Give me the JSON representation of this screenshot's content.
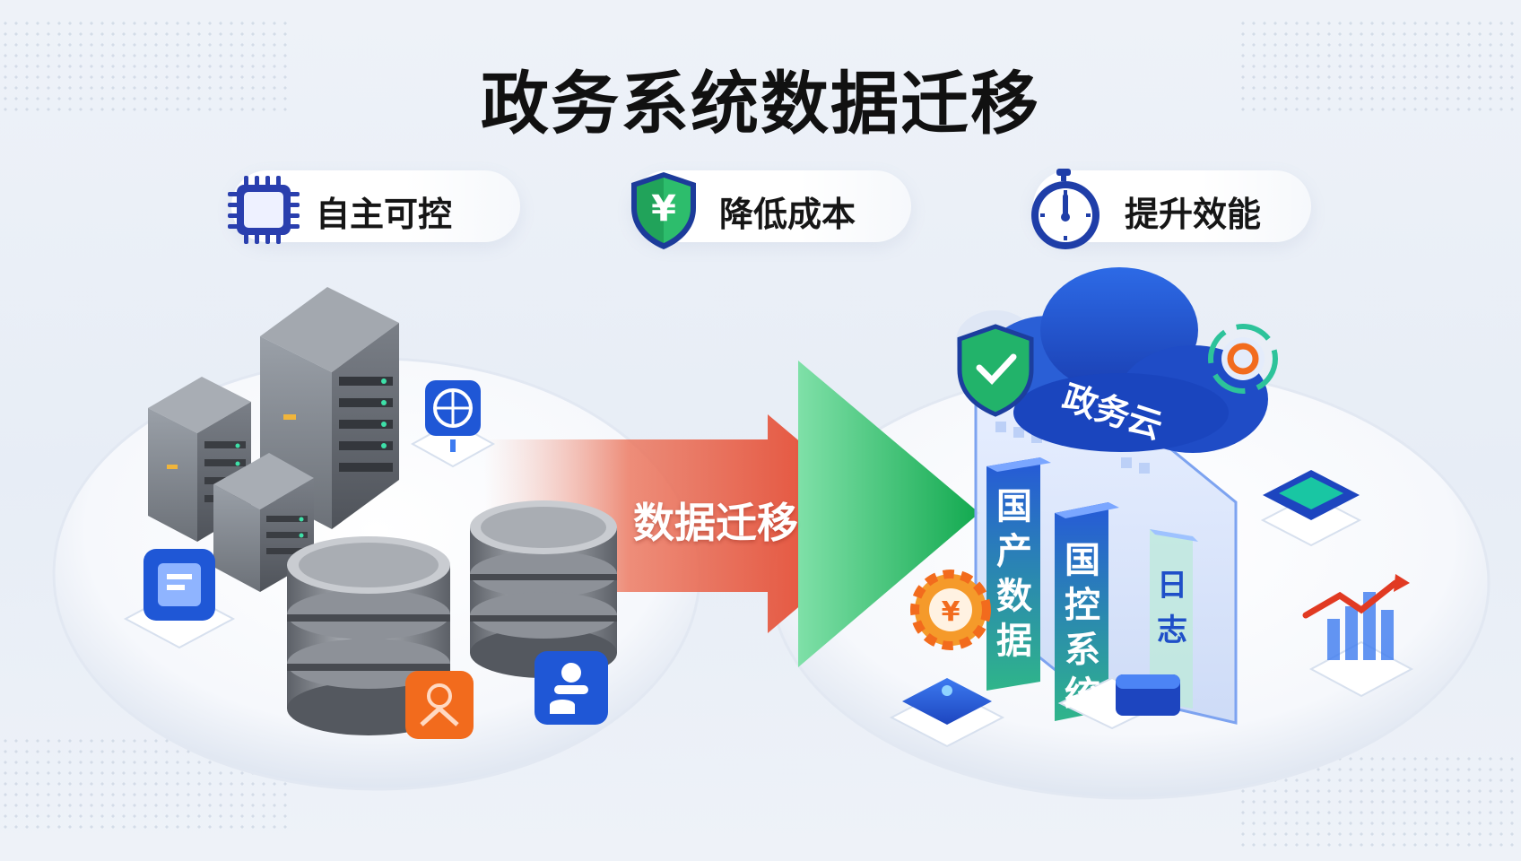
{
  "title": "政务系统数据迁移",
  "benefits": [
    {
      "label": "自主可控",
      "icon": "cpu-chip-icon"
    },
    {
      "label": "降低成本",
      "icon": "yuan-shield-icon"
    },
    {
      "label": "提升效能",
      "icon": "stopwatch-icon"
    }
  ],
  "arrow_label": "数据迁移",
  "cloud_label": "政务云",
  "cloud_columns": [
    "国产数据",
    "国控系统",
    "日志"
  ],
  "colors": {
    "arrow_red": "#e13a22",
    "arrow_green": "#1fb45e",
    "brand_blue": "#1f4fc8",
    "server_gray": "#6b6f76",
    "accent_orange": "#f26b1d"
  },
  "icons": {
    "left_platform": [
      "network-switch-icon",
      "document-icon",
      "brain-share-icon",
      "user-database-icon"
    ],
    "right_platform": [
      "green-check-shield-icon",
      "gear-settings-icon",
      "yuan-gear-icon",
      "chip-icon",
      "growth-chart-icon",
      "database-node-icon"
    ]
  }
}
